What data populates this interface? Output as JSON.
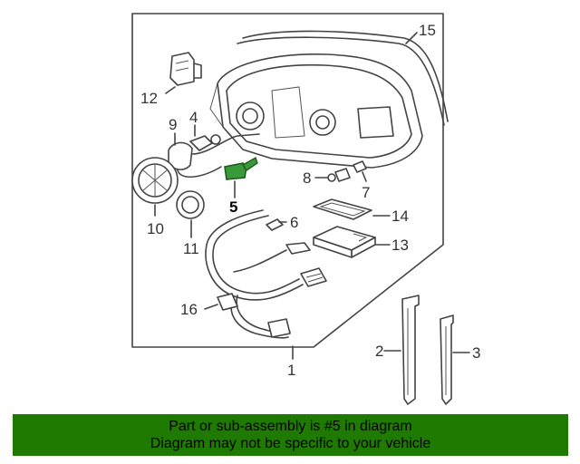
{
  "diagram": {
    "callouts": {
      "c1": "1",
      "c2": "2",
      "c3": "3",
      "c4": "4",
      "c5": "5",
      "c6": "6",
      "c7": "7",
      "c8": "8",
      "c9": "9",
      "c10": "10",
      "c11": "11",
      "c12": "12",
      "c13": "13",
      "c14": "14",
      "c15": "15",
      "c16": "16"
    },
    "highlight_color": "#3a9a3a"
  },
  "banner": {
    "line1": "Part or sub-assembly is #5 in diagram",
    "line2": "Diagram may not be specific to your vehicle",
    "background": "#1e7a00"
  }
}
